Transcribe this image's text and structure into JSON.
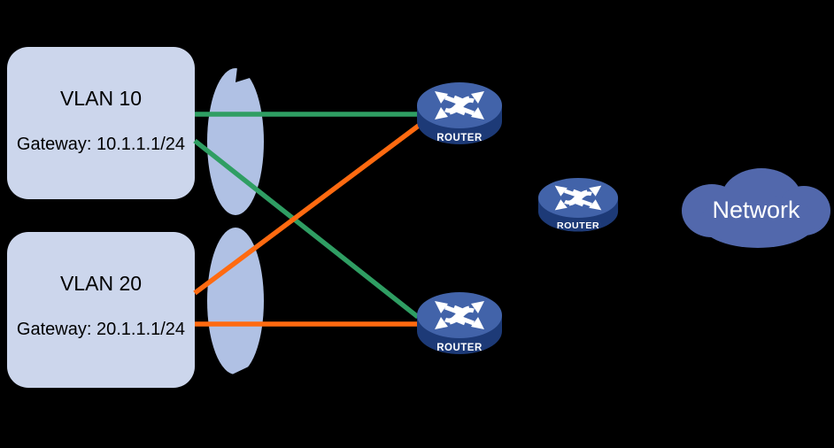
{
  "diagram": {
    "vlans": [
      {
        "title": "VLAN 10",
        "gateway": "Gateway: 10.1.1.1/24"
      },
      {
        "title": "VLAN 20",
        "gateway": "Gateway: 20.1.1.1/24"
      }
    ],
    "routers": [
      {
        "label": "ROUTER"
      },
      {
        "label": "ROUTER"
      },
      {
        "label": "ROUTER"
      }
    ],
    "cloud": {
      "label": "Network"
    },
    "links": [
      {
        "from": "VLAN 10",
        "to": "top router",
        "color": "green",
        "style": "horizontal"
      },
      {
        "from": "VLAN 10",
        "to": "bottom router",
        "color": "green",
        "style": "diagonal"
      },
      {
        "from": "VLAN 20",
        "to": "top router",
        "color": "orange",
        "style": "diagonal"
      },
      {
        "from": "VLAN 20",
        "to": "bottom router",
        "color": "orange",
        "style": "horizontal"
      }
    ],
    "colors": {
      "background": "#000000",
      "vlan_box_fill": "#ccd6ec",
      "ellipse_fill": "#b0c1e4",
      "link_green": "#2f9e63",
      "link_orange": "#ff6a10",
      "router_top": "#4263a9",
      "router_side": "#1d3a77",
      "cloud_fill": "#5268ac",
      "text_dark": "#000000",
      "text_light": "#ffffff"
    }
  }
}
